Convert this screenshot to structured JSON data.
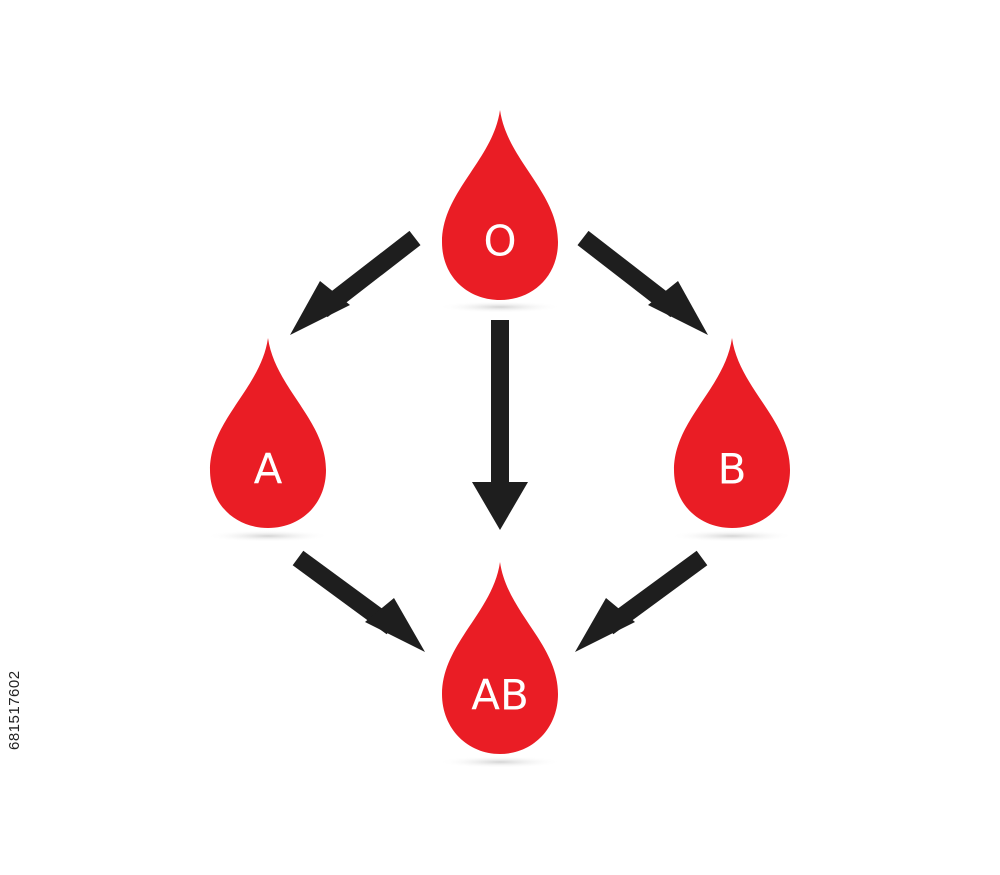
{
  "diagram": {
    "colors": {
      "drop": "#ea1d25",
      "arrow": "#1e1e1e",
      "label": "#ffffff",
      "shadow": "#d4d4d4"
    },
    "nodes": [
      {
        "id": "O",
        "label": "O"
      },
      {
        "id": "A",
        "label": "A"
      },
      {
        "id": "B",
        "label": "B"
      },
      {
        "id": "AB",
        "label": "AB"
      }
    ],
    "edges": [
      {
        "from": "O",
        "to": "A"
      },
      {
        "from": "O",
        "to": "B"
      },
      {
        "from": "O",
        "to": "AB"
      },
      {
        "from": "A",
        "to": "AB"
      },
      {
        "from": "B",
        "to": "AB"
      }
    ]
  },
  "watermark": {
    "stock_id": "681517602"
  }
}
